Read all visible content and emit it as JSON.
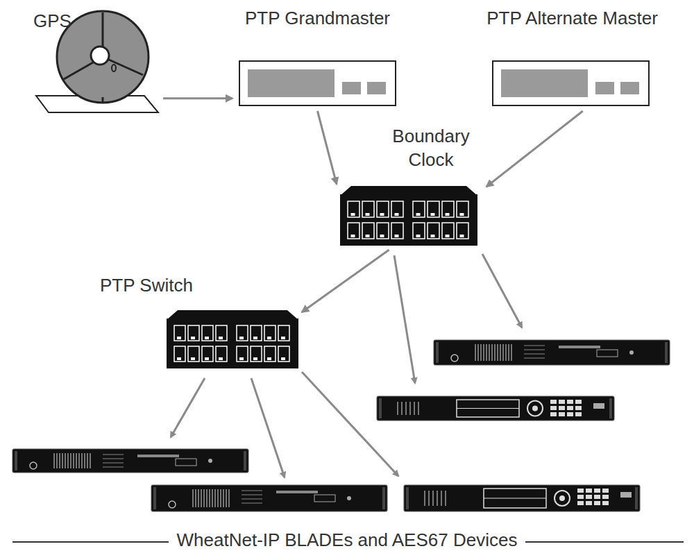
{
  "diagram": {
    "nodes": [
      {
        "text": [
          "GPS"
        ]
      },
      {
        "text": [
          "PTP Grandmaster"
        ]
      },
      {
        "text": [
          "PTP Alternate Master"
        ]
      },
      {
        "text": [
          "Boundary Clock"
        ]
      },
      {
        "text": [
          "PTP Switch"
        ]
      }
    ],
    "edges": [
      {
        "from": 0,
        "to": 1,
        "arrow": "to"
      },
      {
        "from": 1,
        "to": 3,
        "arrow": "to"
      },
      {
        "from": 2,
        "to": 3,
        "arrow": "to"
      },
      {
        "from": 3,
        "to": 4,
        "arrow": "to"
      }
    ],
    "labels": [
      "WheatNet-IP BLADEs and AES67 Devices"
    ]
  }
}
